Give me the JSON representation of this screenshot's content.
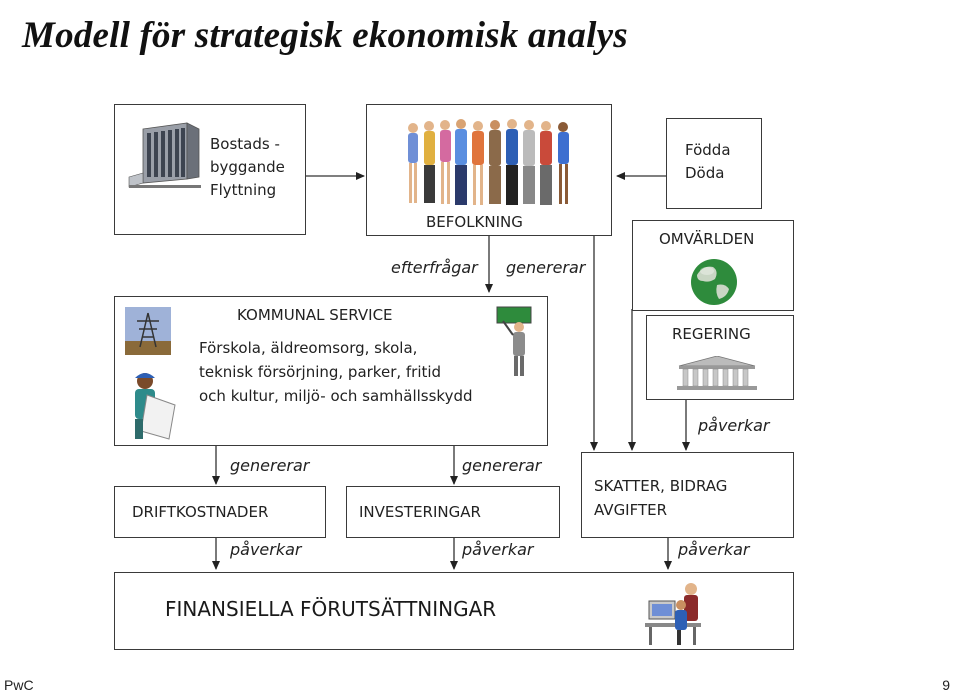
{
  "title": "Modell för strategisk ekonomisk analys",
  "boxes": {
    "housing": {
      "line1": "Bostads -",
      "line2": "byggande",
      "line3": "Flyttning"
    },
    "population": {
      "label": "BEFOLKNING"
    },
    "births": {
      "line1": "Födda",
      "line2": "Döda"
    },
    "environment": {
      "label": "OMVÄRLDEN"
    },
    "municipal": {
      "heading": "KOMMUNAL SERVICE",
      "line1": "Förskola, äldreomsorg, skola,",
      "line2": "teknisk försörjning, parker, fritid",
      "line3": "och kultur, miljö- och samhällsskydd"
    },
    "government": {
      "label": "REGERING"
    },
    "operating_costs": {
      "label": "DRIFTKOSTNADER"
    },
    "investments": {
      "label": "INVESTERINGAR"
    },
    "taxes": {
      "line1": "SKATTER, BIDRAG",
      "line2": "AVGIFTER"
    },
    "financial": {
      "label": "FINANSIELLA FÖRUTSÄTTNINGAR"
    }
  },
  "arrow_labels": {
    "demands": "efterfrågar",
    "generates_top": "genererar",
    "influences_gov": "påverkar",
    "generates_left": "genererar",
    "generates_mid": "genererar",
    "influences_left": "påverkar",
    "influences_mid": "påverkar",
    "influences_right": "påverkar"
  },
  "footer": {
    "brand": "PwC",
    "page": "9"
  }
}
